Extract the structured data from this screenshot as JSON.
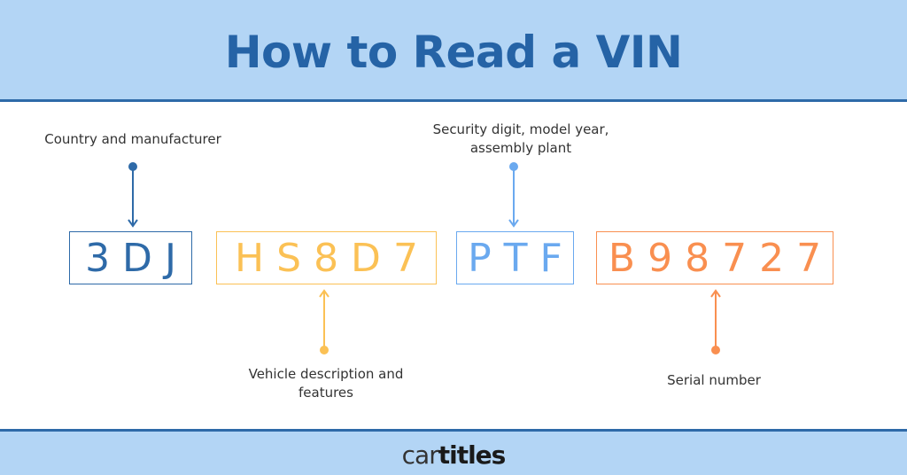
{
  "title": "How to Read a VIN",
  "segments": [
    {
      "code": "3DJ",
      "label": "Country and manufacturer",
      "color": "#2e6aa8"
    },
    {
      "code": "HS8D7",
      "label_line1": "Vehicle description and",
      "label_line2": "features",
      "color": "#fbc155"
    },
    {
      "code": "PTF",
      "label_line1": "Security digit, model year,",
      "label_line2": "assembly plant",
      "color": "#6aa9ef"
    },
    {
      "code": "B98727",
      "label": "Serial number",
      "color": "#f98f50"
    }
  ],
  "logo": {
    "part1": "car",
    "part2": "titles"
  }
}
